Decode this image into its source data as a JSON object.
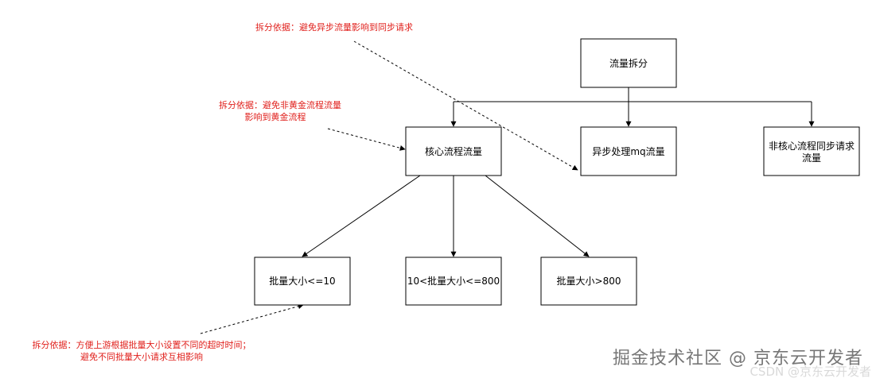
{
  "nodes": {
    "root": "流量拆分",
    "core": "核心流程流量",
    "async": "异步处理mq流量",
    "noncore_line1": "非核心流程同步请求",
    "noncore_line2": "流量",
    "batch_small": "批量大小<=10",
    "batch_mid": "10<批量大小<=800",
    "batch_large": "批量大小>800"
  },
  "notes": {
    "async_note": "拆分依据：避免异步流量影响到同步请求",
    "core_note_line1": "拆分依据：避免非黄金流程流量",
    "core_note_line2": "影响到黄金流程",
    "batch_note_line1": "拆分依据：方便上游根据批量大小设置不同的超时时间；",
    "batch_note_line2": "避免不同批量大小请求互相影响"
  },
  "watermark": {
    "main": "掘金技术社区 @ 京东云开发者",
    "sub": "CSDN @京东云开发者"
  },
  "colors": {
    "note_text": "#e0201c",
    "node_border": "#000000",
    "edge": "#000000"
  }
}
